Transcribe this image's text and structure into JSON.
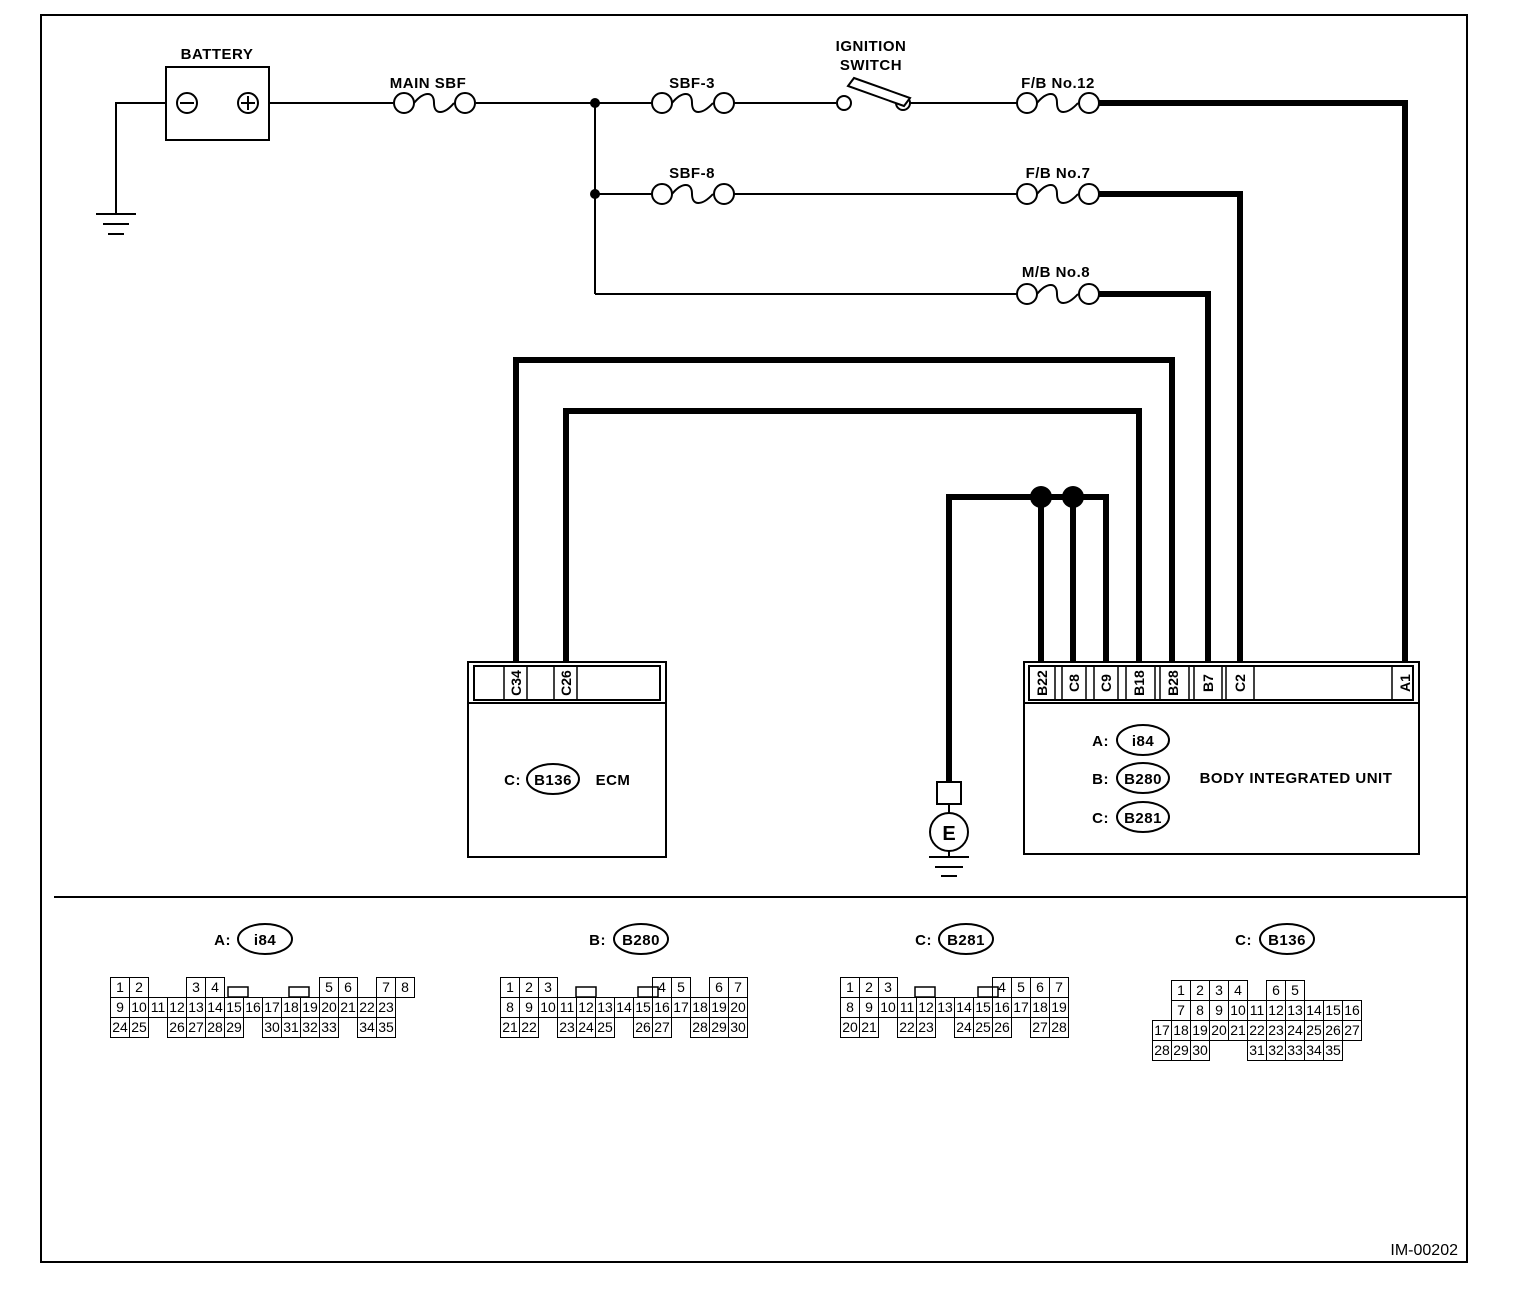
{
  "labels": {
    "battery": "BATTERY",
    "main_sbf": "MAIN SBF",
    "sbf3": "SBF-3",
    "ignition1": "IGNITION",
    "ignition2": "SWITCH",
    "fb12": "F/B No.12",
    "sbf8": "SBF-8",
    "fb7": "F/B No.7",
    "mb8": "M/B No.8",
    "ecm": "ECM",
    "body_unit": "BODY INTEGRATED UNIT",
    "ground": "E",
    "image_id": "IM-00202"
  },
  "ecm_connector": {
    "prefix": "C:",
    "id": "B136"
  },
  "ecm_pins": [
    "C34",
    "C26"
  ],
  "biu_pins": [
    "B22",
    "C8",
    "C9",
    "B18",
    "B28",
    "B7",
    "C2",
    "A1"
  ],
  "biu_connectors": [
    {
      "prefix": "A:",
      "id": "i84"
    },
    {
      "prefix": "B:",
      "id": "B280"
    },
    {
      "prefix": "C:",
      "id": "B281"
    }
  ],
  "connectors": [
    {
      "prefix": "A:",
      "id": "i84",
      "rows": [
        [
          "1",
          "2",
          "",
          "",
          "3",
          "4",
          "",
          "",
          "",
          "",
          "",
          "5",
          "6",
          "",
          "7",
          "8"
        ],
        [
          "9",
          "10",
          "11",
          "12",
          "13",
          "14",
          "15",
          "16",
          "17",
          "18",
          "19",
          "20",
          "21",
          "22",
          "23"
        ],
        [
          "24",
          "25",
          "",
          "26",
          "27",
          "28",
          "29",
          "",
          "30",
          "31",
          "32",
          "33",
          "",
          "34",
          "35"
        ]
      ]
    },
    {
      "prefix": "B:",
      "id": "B280",
      "rows": [
        [
          "1",
          "2",
          "3",
          "",
          "",
          "",
          "",
          "",
          "4",
          "5",
          "",
          "6",
          "7"
        ],
        [
          "8",
          "9",
          "10",
          "11",
          "12",
          "13",
          "14",
          "15",
          "16",
          "17",
          "18",
          "19",
          "20"
        ],
        [
          "21",
          "22",
          "",
          "23",
          "24",
          "25",
          "",
          "26",
          "27",
          "",
          "28",
          "29",
          "30"
        ]
      ]
    },
    {
      "prefix": "C:",
      "id": "B281",
      "rows": [
        [
          "1",
          "2",
          "3",
          "",
          "",
          "",
          "",
          "",
          "4",
          "5",
          "6",
          "7"
        ],
        [
          "8",
          "9",
          "10",
          "11",
          "12",
          "13",
          "14",
          "15",
          "16",
          "17",
          "18",
          "19"
        ],
        [
          "20",
          "21",
          "",
          "22",
          "23",
          "",
          "24",
          "25",
          "26",
          "",
          "27",
          "28"
        ]
      ]
    },
    {
      "prefix": "C:",
      "id": "B136",
      "rows": [
        [
          "",
          "1",
          "2",
          "3",
          "4",
          "",
          "6",
          "5"
        ],
        [
          "",
          "7",
          "8",
          "9",
          "10",
          "11",
          "12",
          "13",
          "14",
          "15",
          "16"
        ],
        [
          "17",
          "18",
          "19",
          "20",
          "21",
          "22",
          "23",
          "24",
          "25",
          "26",
          "27"
        ],
        [
          "28",
          "29",
          "30",
          "",
          "",
          "31",
          "32",
          "33",
          "34",
          "35"
        ]
      ]
    }
  ]
}
